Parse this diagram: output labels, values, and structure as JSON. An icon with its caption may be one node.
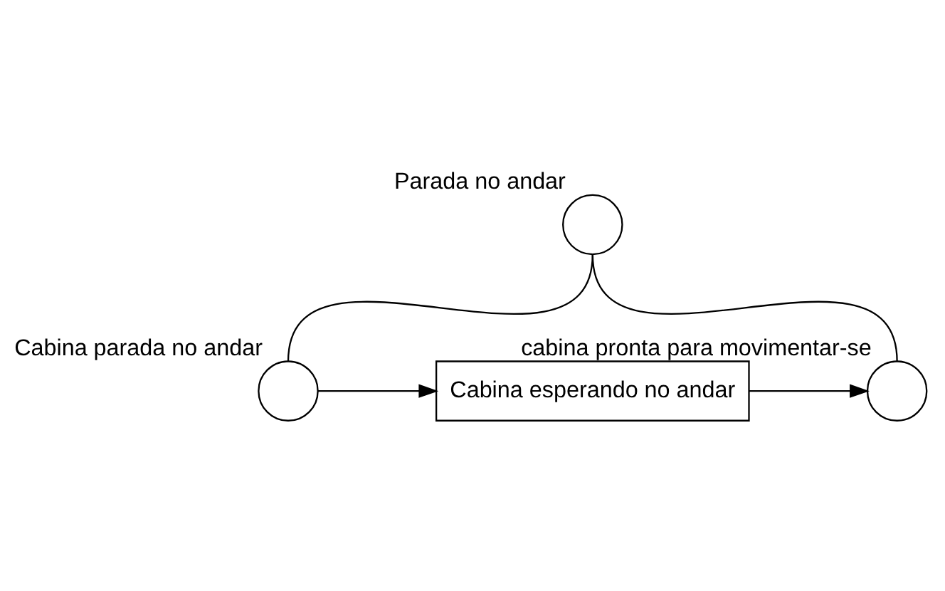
{
  "diagram": {
    "nodes": [
      {
        "text": [
          "Parada no andar"
        ]
      },
      {
        "text": [
          "Cabina parada no andar"
        ]
      },
      {
        "text": [
          "Cabina esperando no andar"
        ]
      },
      {
        "text": [
          "cabina pronta para movimentar-se"
        ]
      }
    ],
    "edges": [
      {
        "from": 0,
        "to": 1,
        "arrow": "none"
      },
      {
        "from": 1,
        "to": 2,
        "arrow": "to"
      },
      {
        "from": 2,
        "to": 3,
        "arrow": "to"
      },
      {
        "from": 0,
        "to": 3,
        "arrow": "none"
      }
    ]
  }
}
